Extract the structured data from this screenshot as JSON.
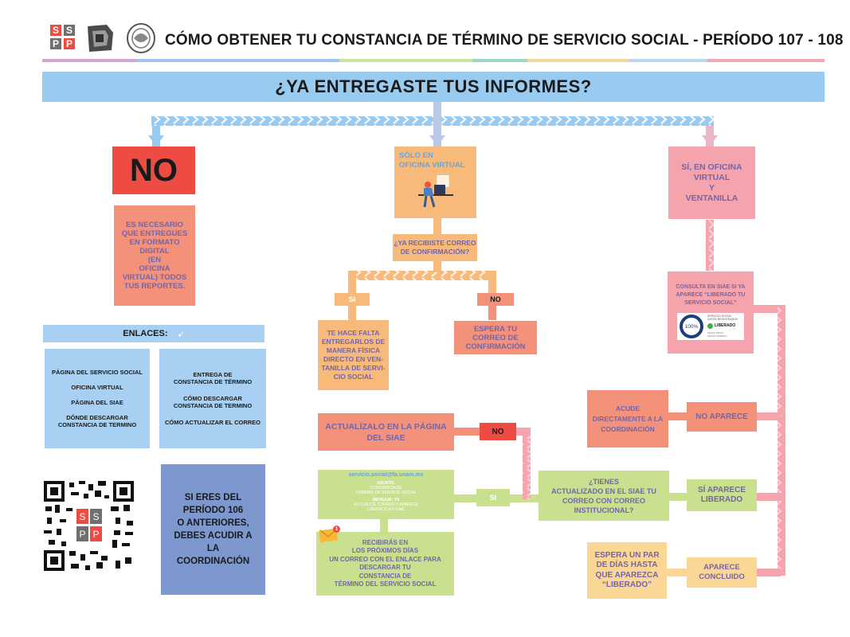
{
  "header": {
    "logo_letters": [
      "S",
      "S",
      "P",
      "P"
    ],
    "title": "CÓMO OBTENER TU CONSTANCIA DE TÉRMINO DE SERVICIO SOCIAL -  PERÍODO  107 - 108"
  },
  "colors": {
    "banner": "#99cbf0",
    "red": "#ee4b43",
    "salmon": "#f3917a",
    "orange": "#f7ba7b",
    "pink": "#f5a3ad",
    "green": "#c9e08f",
    "yellow": "#fbd795",
    "blue_light": "#a7d0f2",
    "blue_dark": "#7d97cf",
    "text_red": "#e7473d",
    "text_purple": "#7565a8"
  },
  "banner": {
    "question": "¿YA ENTREGASTE TUS INFORMES?"
  },
  "no_branch": {
    "label": "NO",
    "text": "ES NECESARIO\nQUE ENTREGUES\nEN FORMATO\nDIGITAL\n(EN\nOFICINA\nVIRTUAL) TODOS\nTUS REPORTES."
  },
  "virtual_branch": {
    "title": "SÓLO EN\nOFICINA VIRTUAL",
    "question": "¿YA RECIBISTE CORREO\nDE CONFIRMACIÓN?",
    "si_label": "SI",
    "no_label": "NO",
    "si_text": "TE HACE FALTA\nENTREGARLOS  DE\nMANERA FÍSICA\nDIRECTO EN VEN-\nTANILLA DE SERVI-\nCIO SOCIAL",
    "no_text": "ESPERA TU\nCORREO DE\nCONFIRMACIÓN"
  },
  "both_branch": {
    "title": "SÍ, EN OFICINA\nVIRTUAL\nY\nVENTANILLA",
    "consult_text": "CONSULTA EN SIAE SI YA\nAPARECE “LIBERADO TU\nSERVICIO SOCIAL”",
    "card": {
      "percent": "100%",
      "heading": "SERVICIO SOCIAL\nDATOS REGISTRADOS",
      "status": "LIBERADO",
      "footer": "FECHA INICIO\nFECHA TÉRMINO"
    },
    "no_aparece": "NO APARECE",
    "acude_text": "ACUDE\nDIRECTAMENTE A LA\nCOORDINACIÓN",
    "si_aparece": "SÍ APARECE\nLIBERADO",
    "tienes_question": "¿TIENES\nACTUALIZADO EN EL SIAE TU\nCORREO CON CORREO\nINSTITUCIONAL?",
    "si_label": "SI",
    "no_label": "NO",
    "actualizalo": "ACTUALÍZALO EN LA PÁGINA\nDEL SIAE",
    "aparece_concluido": "APARECE\nCONCLUIDO",
    "espera_text": "ESPERA UN PAR\nDE DÍAS HASTA\nQUE APAREZCA\n“LIBERADO”"
  },
  "email": {
    "address": "servicio.social@fa.unam.mx",
    "subject_label": "ASUNTO:",
    "subject": "CONSTANCIA DE\nTÉRMINO DE SERVICIO SOCIAL",
    "message_label": "MENSAJE: YA",
    "message": "ACTUALICÉ CORREO Y APARECE\nLIBERADO EN SIAE",
    "badge": "1",
    "receive_text": "RECIBIRÁS EN\nLOS PRÓXIMOS DÍAS\nUN CORREO CON EL ENLACE PARA\nDESCARGAR TU\nCONSTANCIA DE\nTÉRMINO DEL SERVICIO SOCIAL"
  },
  "links": {
    "title": "ENLACES:",
    "left": [
      "PÁGINA DEL SERVICIO SOCIAL",
      "OFICINA VIRTUAL",
      "PÁGINA DEL SIAE",
      "DÓNDE DESCARGAR\nCONSTANCIA DE TERMINO"
    ],
    "right": [
      "ENTREGA DE\nCONSTANCIA DE TÉRMINO",
      "CÓMO DESCARGAR\nCONSTANCIA DE TERMINO",
      "CÓMO ACTUALIZAR EL CORREO"
    ]
  },
  "older_period": {
    "text": "SI ERES DEL\nPERÍODO 106\nO ANTERIORES,\nDEBES ACUDIR A\nLA\nCOORDINACIÓN"
  }
}
